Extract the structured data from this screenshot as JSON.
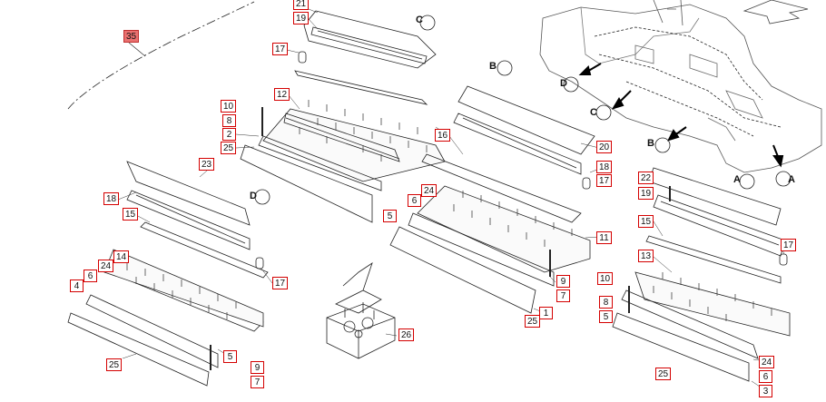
{
  "diagram": {
    "highlighted_callout": "35",
    "callout_color": "#d40000",
    "highlight_color": "#e9706f",
    "view_labels": {
      "c_top": "C",
      "b_mid": "B",
      "d_right": "D",
      "c_right": "C",
      "b_right": "B",
      "a_right": "A",
      "a_right2": "A",
      "d_left": "D"
    },
    "callouts": {
      "c35": "35",
      "c21": "21",
      "c19a": "19",
      "c17a": "17",
      "c12": "12",
      "c10a": "10",
      "c8a": "8",
      "c2": "2",
      "c25a": "25",
      "c16": "16",
      "c23": "23",
      "c6a": "6",
      "c24a": "24",
      "c5a": "5",
      "c20": "20",
      "c18a": "18",
      "c17b": "17",
      "c22": "22",
      "c19b": "19",
      "c18b": "18",
      "c15a": "15",
      "c14": "14",
      "c24b": "24",
      "c6b": "6",
      "c4": "4",
      "c17c": "17",
      "c11": "11",
      "c15b": "15",
      "c17d": "17",
      "c13": "13",
      "c9a": "9",
      "c7a": "7",
      "c10b": "10",
      "c8b": "8",
      "c5b": "5",
      "c1": "1",
      "c25b": "25",
      "c26": "26",
      "c25c": "25",
      "c5c": "5",
      "c9b": "9",
      "c7b": "7",
      "c24c": "24",
      "c25d": "25",
      "c6c": "6",
      "c3": "3"
    }
  }
}
